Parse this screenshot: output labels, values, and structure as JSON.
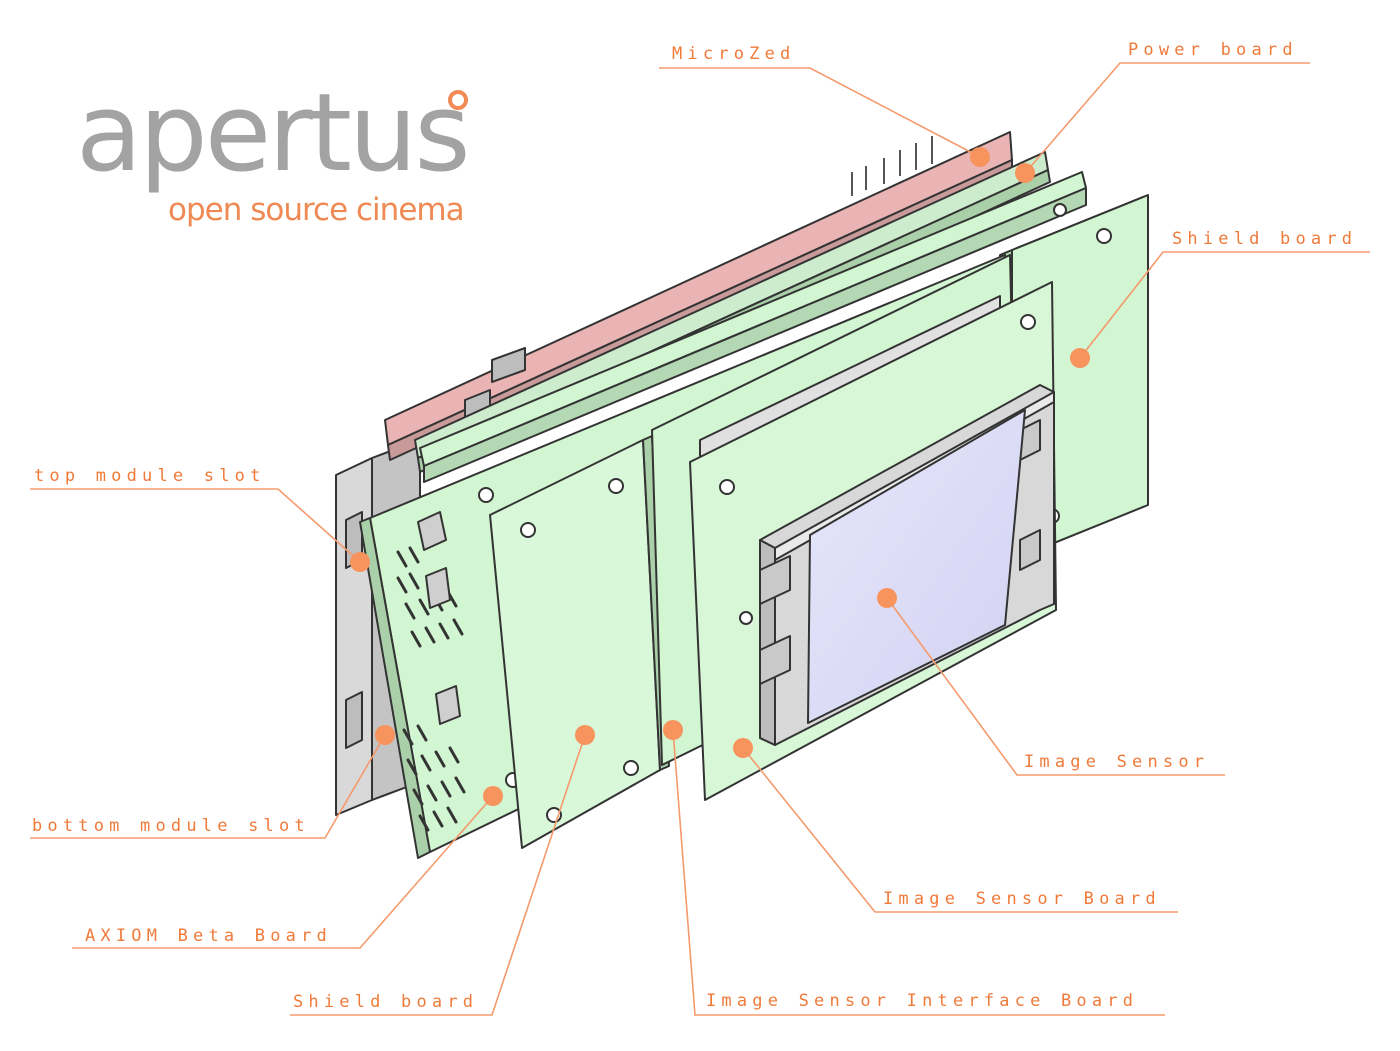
{
  "logo": {
    "name": "apertus",
    "tagline": "open source cinema"
  },
  "colors": {
    "leader": "#f59a6c",
    "dot": "#f7945e",
    "label_text": "#f07a3a",
    "pcb_green": "#d2f5d2",
    "microzed_red": "#eab4b4",
    "sensor_blue": "#dcdcf7",
    "metal_gray": "#d4d4d4"
  },
  "labels": {
    "microzed": "MicroZed",
    "power_board": "Power board",
    "shield_board_top": "Shield board",
    "top_module_slot": "top module slot",
    "bottom_module_slot": "bottom module slot",
    "axiom_beta_board": "AXIOM Beta Board",
    "shield_board_bottom": "Shield board",
    "image_sensor_interface_board": "Image Sensor Interface Board",
    "image_sensor_board": "Image Sensor Board",
    "image_sensor": "Image Sensor"
  }
}
